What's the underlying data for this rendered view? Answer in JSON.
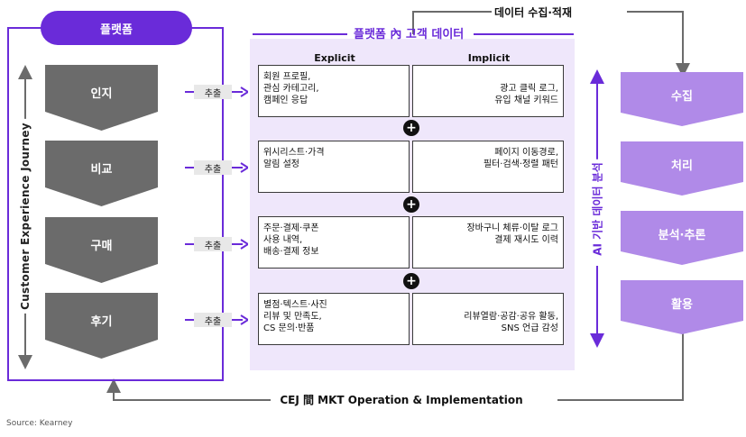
{
  "platform_label": "플랫폼",
  "cej_label": "Customer Experience Journey",
  "stages": [
    {
      "label": "인지",
      "extract": "추출",
      "explicit": [
        "회원 프로필,",
        "관심 카테고리,",
        "캠페인 응답"
      ],
      "implicit": [
        "광고 클릭 로그,",
        "유입 채널 키워드"
      ]
    },
    {
      "label": "비교",
      "extract": "추출",
      "explicit": [
        "위시리스트·가격",
        "알림 설정"
      ],
      "implicit": [
        "페이지 이동경로,",
        "필터·검색·정렬 패턴"
      ]
    },
    {
      "label": "구매",
      "extract": "추출",
      "explicit": [
        "주문·결제·쿠폰",
        "사용 내역,",
        "배송·결제 정보"
      ],
      "implicit": [
        "장바구니 체류·이탈 로그",
        "결제 재시도 이력"
      ]
    },
    {
      "label": "후기",
      "extract": "추출",
      "explicit": [
        "별점·텍스트·사진",
        "리뷰 및 만족도,",
        "CS 문의·반품"
      ],
      "implicit": [
        "리뷰열람·공감·공유 활동,",
        "SNS 언급 감성"
      ]
    }
  ],
  "data_title": "플랫폼 內 고객 데이터",
  "col_explicit": "Explicit",
  "col_implicit": "Implicit",
  "plus_symbol": "+",
  "collect_title": "데이터 수집·적재",
  "ai_label": "AI 기반 데이터 분석",
  "process": [
    "수집",
    "처리",
    "분석·추론",
    "활용"
  ],
  "bottom_label": "CEJ 間 MKT Operation & Implementation",
  "source": "Source: Kearney",
  "colors": {
    "purple": "#6a2bd9",
    "lavender": "#b08ae8",
    "gray_box": "#6b6b6b",
    "panel": "#efe7fb"
  }
}
